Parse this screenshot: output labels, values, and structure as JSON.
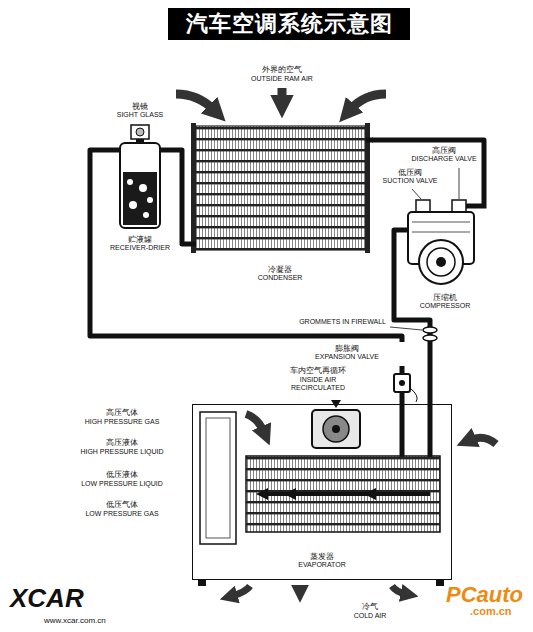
{
  "diagram": {
    "title": "汽车空调系统示意图",
    "nodes": [
      {
        "text": [
          "视镜",
          "SIGHT GLASS",
          "贮液罐",
          "RECEIVER-DRIER"
        ]
      },
      {
        "text": [
          "冷凝器",
          "CONDENSER"
        ]
      },
      {
        "text": [
          "压缩机",
          "COMPRESSOR"
        ]
      },
      {
        "text": [
          "膨胀阀",
          "EXPANSION VALVE"
        ]
      },
      {
        "text": [
          "蒸发器",
          "EVAPORATOR"
        ]
      }
    ],
    "edges": [
      {
        "from": 1,
        "to": 0,
        "arrow": "none"
      },
      {
        "from": 0,
        "to": 3,
        "arrow": "none"
      },
      {
        "from": 3,
        "to": 4,
        "arrow": "none"
      },
      {
        "from": 4,
        "to": 2,
        "arrow": "none"
      },
      {
        "from": 2,
        "to": 1,
        "arrow": "none"
      }
    ],
    "labels": [
      "外界的空气",
      "OUTSIDE RAM AIR",
      "低压阀",
      "SUCTION VALVE",
      "高压阀",
      "DISCHARGE VALVE",
      "GROMMETS IN FIREWALL",
      "车内空气再循环",
      "INSIDE AIR RECIRCULATED",
      "高压气体",
      "HIGH PRESSURE GAS",
      "高压液体",
      "HIGH PRESSURE LIQUID",
      "低压液体",
      "LOW PRESSURE LIQUID",
      "低压气体",
      "LOW PRESSURE GAS",
      "冷气",
      "COLD AIR",
      "XCAR",
      "www.xcar.com.cn",
      "PCauto",
      ".com.cn"
    ]
  }
}
